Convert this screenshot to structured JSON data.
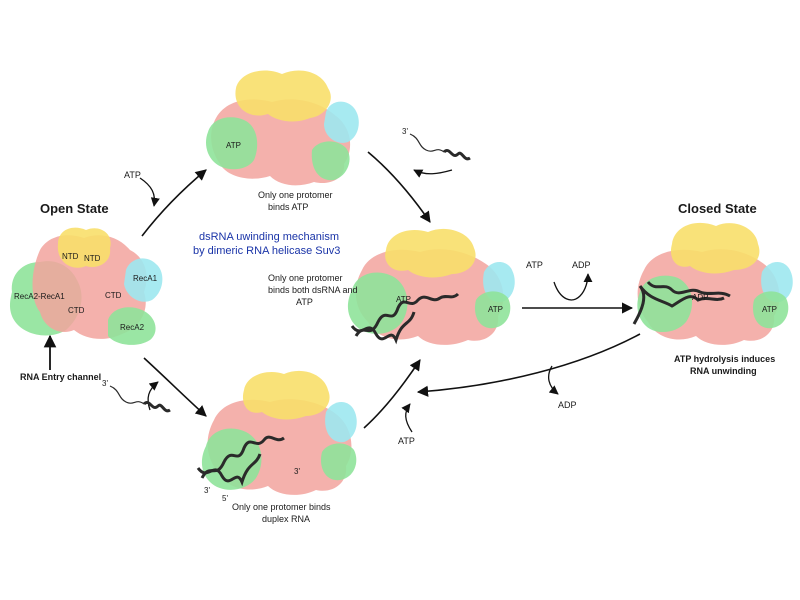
{
  "colors": {
    "recA_green": "#8fe39a",
    "core_pink": "#f2a39d",
    "ntd_yellow": "#f8df6a",
    "ctd_cyan": "#9de8ef",
    "rna_dark": "#2a2a2a",
    "title_blue": "#1a34a8"
  },
  "headline": {
    "line1": "dsRNA uwinding mechanism",
    "line2": "by  dimeric RNA helicase Suv3"
  },
  "open_state": {
    "title": "Open State",
    "labels": {
      "ntd_a": "NTD",
      "ntd_b": "NTD",
      "recA2_recA1": "RecA2-RecA1",
      "ctd_a": "CTD",
      "ctd_b": "CTD",
      "recA1": "RecA1",
      "recA2": "RecA2"
    },
    "channel": "RNA Entry channel"
  },
  "top_state": {
    "atp_inside": "ATP",
    "cap1": "Only one protomer",
    "cap2": "binds ATP"
  },
  "middle_state": {
    "atp_inside": "ATP",
    "cap1": "Only one protomer",
    "cap2": "binds both dsRNA and",
    "cap3": "ATP"
  },
  "bottom_state": {
    "cap1": "Only one protomer  binds",
    "cap2": "duplex RNA",
    "end_3a": "3'",
    "end_5": "5'",
    "end_3b": "3'"
  },
  "closed_state": {
    "title": "Closed State",
    "adp_inside": "ADP",
    "atp_inside": "ATP",
    "cap1": "ATP hydrolysis  induces",
    "cap2": "RNA unwinding"
  },
  "arrows": {
    "atp_in_top": "ATP",
    "rna_3_top": "3'",
    "rna_3_left": "3'",
    "atp_in_bottom": "ATP",
    "hydrolysis_atp": "ATP",
    "hydrolysis_adp": "ADP",
    "adp_release": "ADP"
  }
}
